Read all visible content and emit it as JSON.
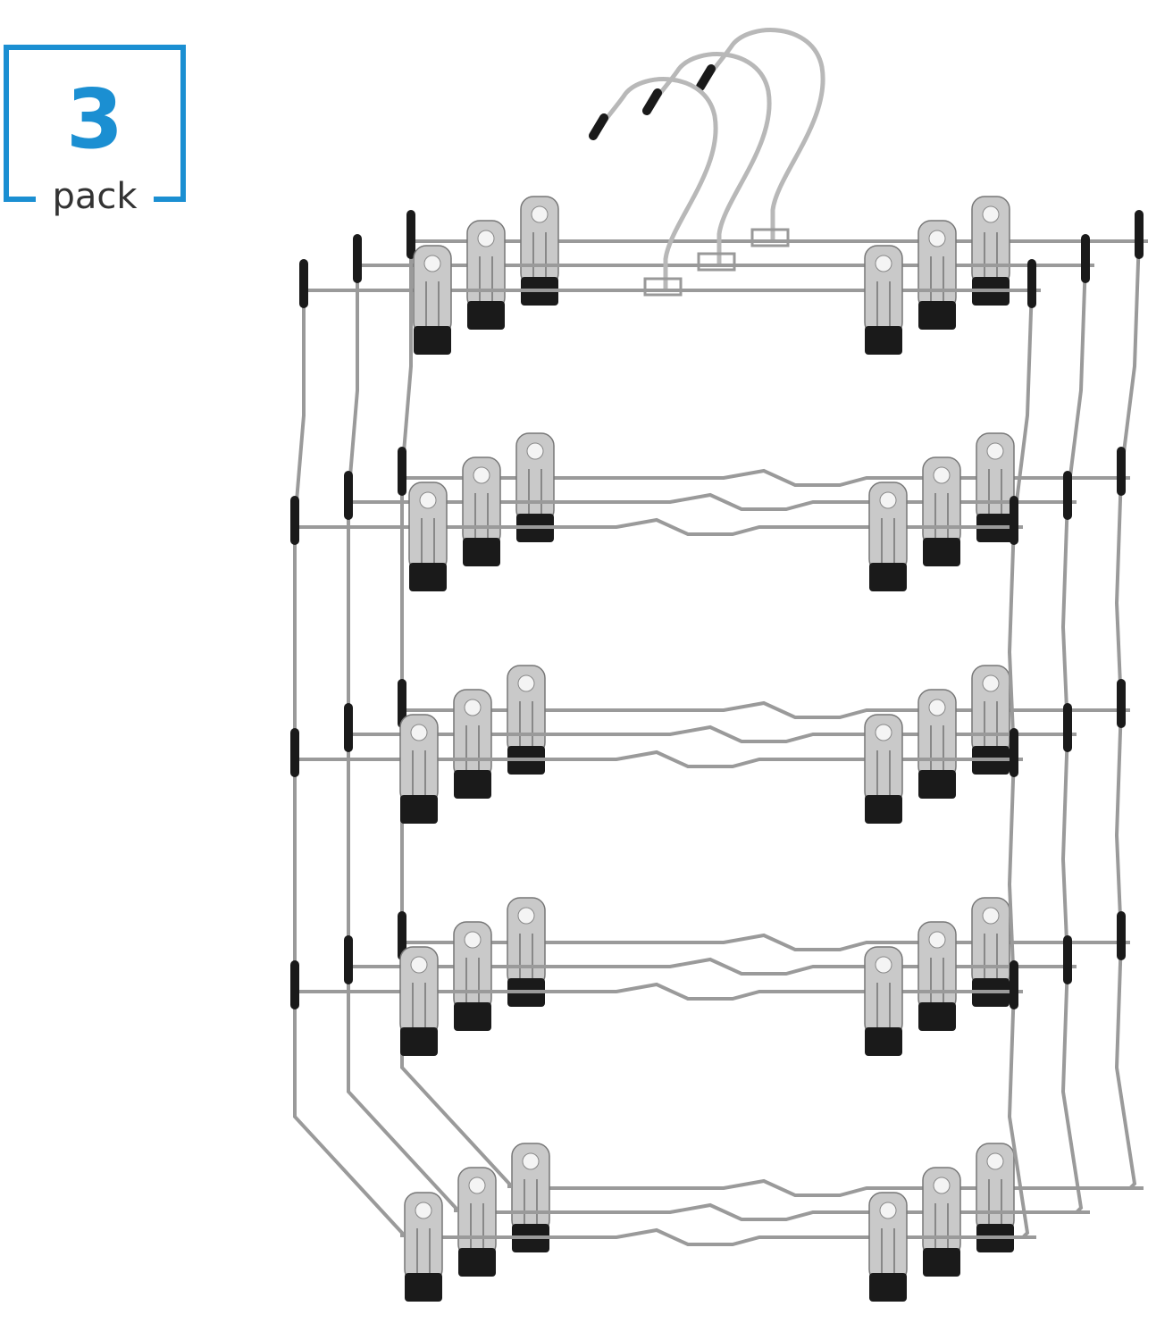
{
  "badge": {
    "number": "3",
    "label": "pack",
    "color": "#1b8fd2"
  },
  "product": {
    "hanger_count": 3,
    "tiers_per_hanger": 5,
    "clips_per_tier": 2,
    "wire_color": "#9a9a9a",
    "clip_color": "#c9c9c9",
    "tip_color": "#1a1a1a"
  }
}
